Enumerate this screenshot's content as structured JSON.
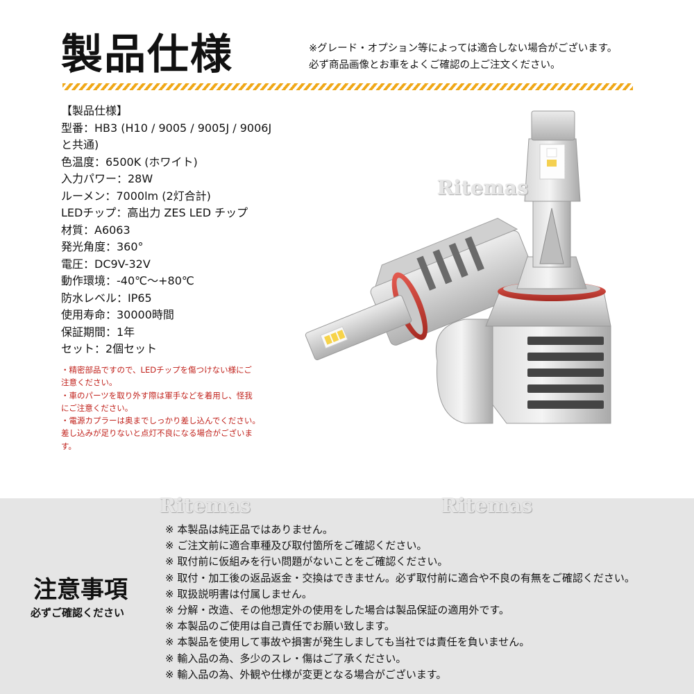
{
  "header": {
    "title": "製品仕様",
    "note_lines": [
      "※グレード・オプション等によっては適合しない場合がございます。",
      "必ず商品画像とお車をよくご確認の上ご注文ください。"
    ]
  },
  "specs": [
    "【製品仕様】",
    "型番：HB3 (H10 / 9005 / 9005J / 9006J",
    "と共通)",
    "色温度：6500K (ホワイト)",
    "入力パワー：28W",
    "ルーメン：7000lm (2灯合計)",
    "LEDチップ：高出力 ZES LED チップ",
    "材質：A6063",
    "発光角度：360°",
    "電圧：DC9V-32V",
    "動作環境：-40℃～+80℃",
    "防水レベル：IP65",
    "使用寿命：30000時間",
    "保証期間：1年",
    "セット：2個セット"
  ],
  "warnings": [
    "・精密部品ですので、LEDチップを傷つけない様にご",
    "注意ください。",
    "・車のパーツを取り外す際は軍手などを着用し、怪我",
    "にご注意ください。",
    "・電源カプラーは奥までしっかり差し込んでください。",
    "差し込みが足りないと点灯不良になる場合がございま",
    "す。"
  ],
  "watermark": "Ritemas",
  "caution": {
    "title": "注意事項",
    "subtitle": "必ずご確認ください",
    "items": [
      "※ 本製品は純正品ではありません。",
      "※ ご注文前に適合車種及び取付箇所をご確認ください。",
      "※ 取付前に仮組みを行い問題がないことをご確認ください。",
      "※ 取付・加工後の返品返金・交換はできません。必ず取付前に適合や不良の有無をご確認ください。",
      "※ 取扱説明書は付属しません。",
      "※ 分解・改造、その他想定外の使用をした場合は製品保証の適用外です。",
      "※ 本製品のご使用は自己責任でお願い致します。",
      "※ 本製品を使用して事故や損害が発生しましても当社では責任を負いません。",
      "※ 輸入品の為、多少のスレ・傷はご了承ください。",
      "※ 輸入品の為、外観や仕様が変更となる場合がございます。"
    ]
  },
  "colors": {
    "accent_hatch": "#f0a818",
    "warning_text": "#c0201a",
    "bottom_panel": "#e5e5e5"
  }
}
